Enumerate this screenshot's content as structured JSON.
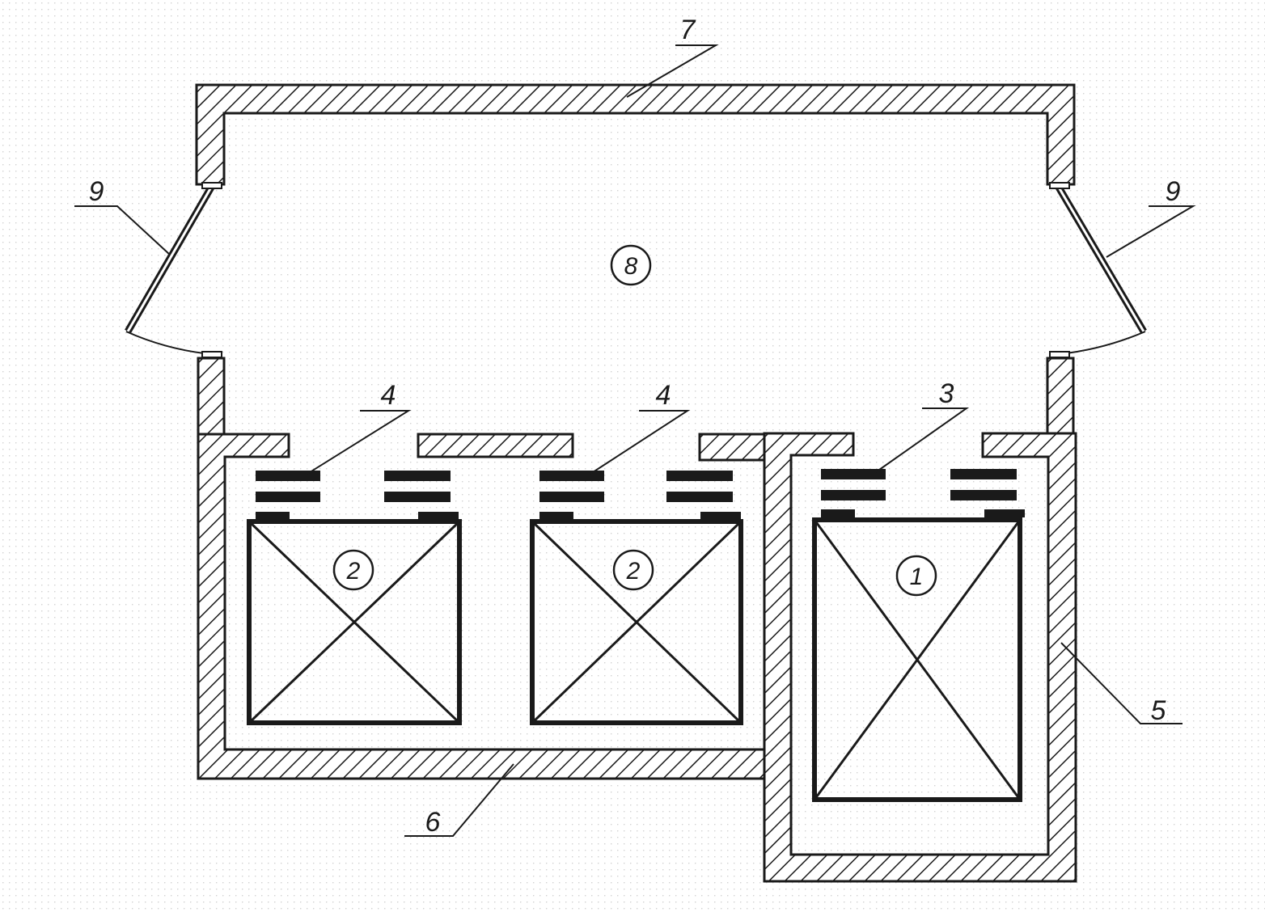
{
  "colors": {
    "ink": "#1a1a1a",
    "background": "#ffffff",
    "dot_texture": "#d2d2d2"
  },
  "labels": {
    "top_wall": "7",
    "left_flap": "9",
    "right_flap": "9",
    "lid_left_module": "4",
    "lid_middle_module": "4",
    "lid_right_module": "3",
    "right_enclosure": "5",
    "left_enclosure_floor": "6"
  },
  "markers": {
    "upper_chamber": "8",
    "left_module": "2",
    "middle_module": "2",
    "right_module": "1"
  }
}
